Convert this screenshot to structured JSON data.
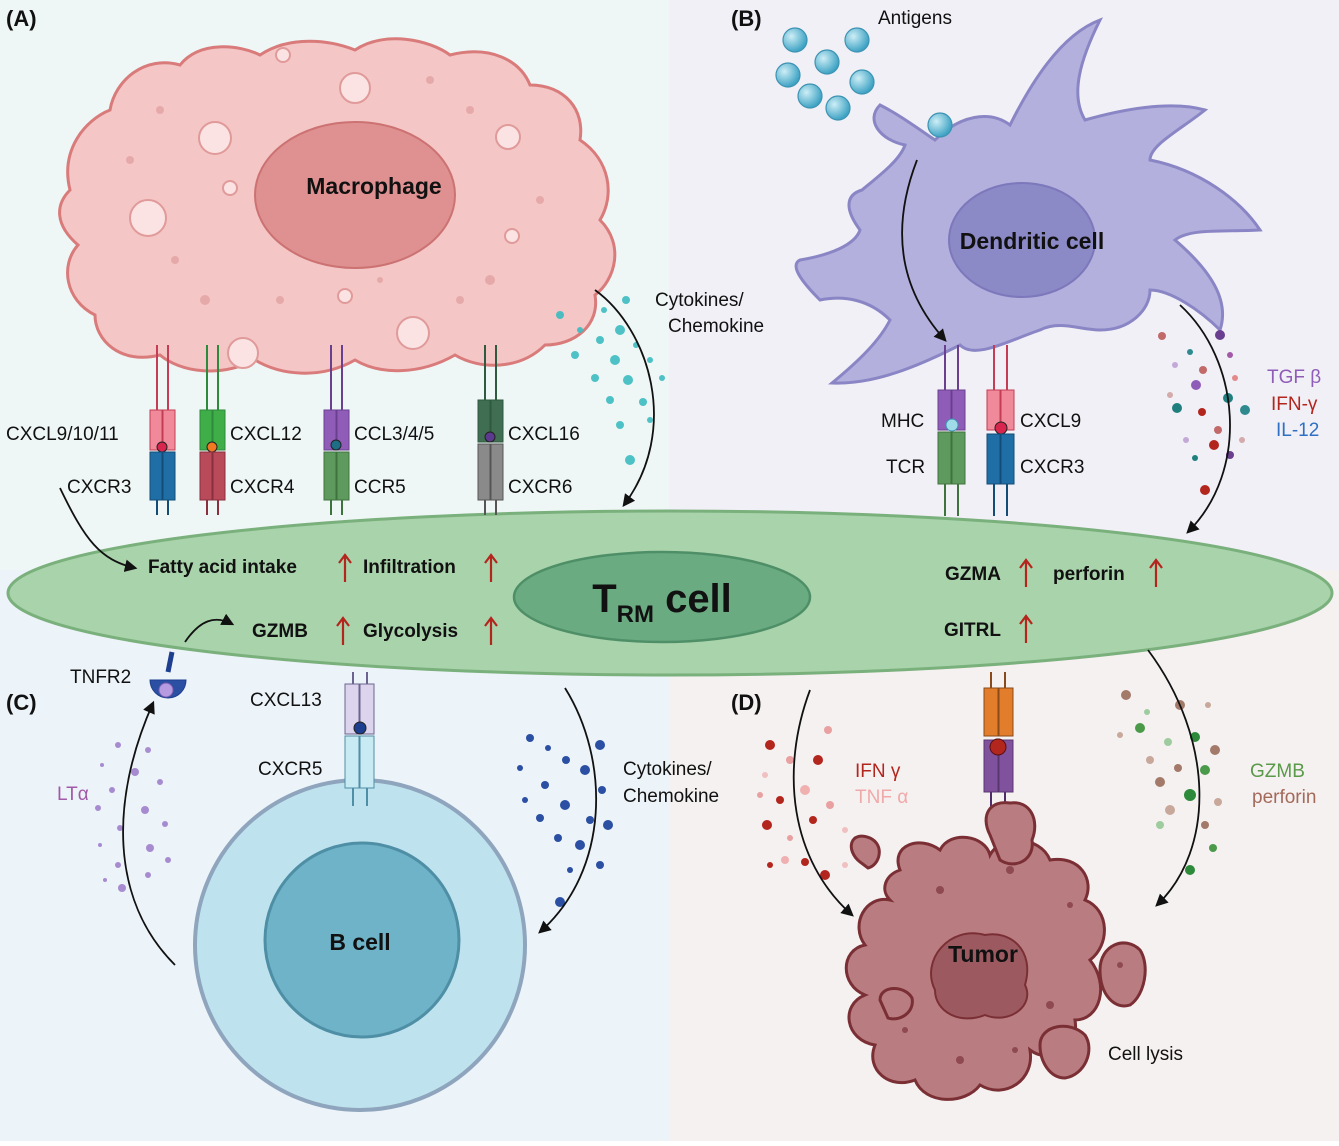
{
  "panels": {
    "a": "(A)",
    "b": "(B)",
    "c": "(C)",
    "d": "(D)"
  },
  "cells": {
    "macrophage": "Macrophage",
    "dendritic": "Dendritic cell",
    "trm_main": "T",
    "trm_sub": "RM",
    "trm_tail": " cell",
    "bcell": "B cell",
    "tumor": "Tumor"
  },
  "receptors_a": {
    "ligand1": "CXCL9/10/11",
    "receptor1": "CXCR3",
    "ligand2": "CXCL12",
    "receptor2": "CXCR4",
    "ligand3": "CCL3/4/5",
    "receptor3": "CCR5",
    "ligand4": "CXCL16",
    "receptor4": "CXCR6"
  },
  "receptors_b": {
    "mhc": "MHC",
    "tcr": "TCR",
    "cxcl9": "CXCL9",
    "cxcr3": "CXCR3"
  },
  "receptors_c": {
    "tnfr2": "TNFR2",
    "cxcl13": "CXCL13",
    "cxcr5": "CXCR5"
  },
  "effects": {
    "fatty": "Fatty acid intake",
    "infiltration": "Infiltration",
    "gzmb": "GZMB",
    "glycolysis": "Glycolysis",
    "gzma": "GZMA",
    "perforin": "perforin",
    "gitrl": "GITRL"
  },
  "soluble": {
    "antigens": "Antigens",
    "cyto_a_1": "Cytokines/",
    "cyto_a_2": "Chemokine",
    "tgf": "TGF β",
    "ifn_b": "IFN-γ",
    "il12": "IL-12",
    "lta": "LTα",
    "cyto_c_1": "Cytokines/",
    "cyto_c_2": "Chemokine",
    "ifn_d": "IFN γ",
    "tnf_d": "TNF α",
    "gzmb_d": "GZMB",
    "perforin_d": "perforin",
    "lysis": "Cell lysis"
  },
  "colors": {
    "macrophage": "#f4c6c6",
    "dendritic": "#b3b0dd",
    "trm": "#a9d3ab",
    "bcell": "#bfe3ee",
    "tumor": "#b97c80",
    "arrow_up": "#b3261e"
  }
}
